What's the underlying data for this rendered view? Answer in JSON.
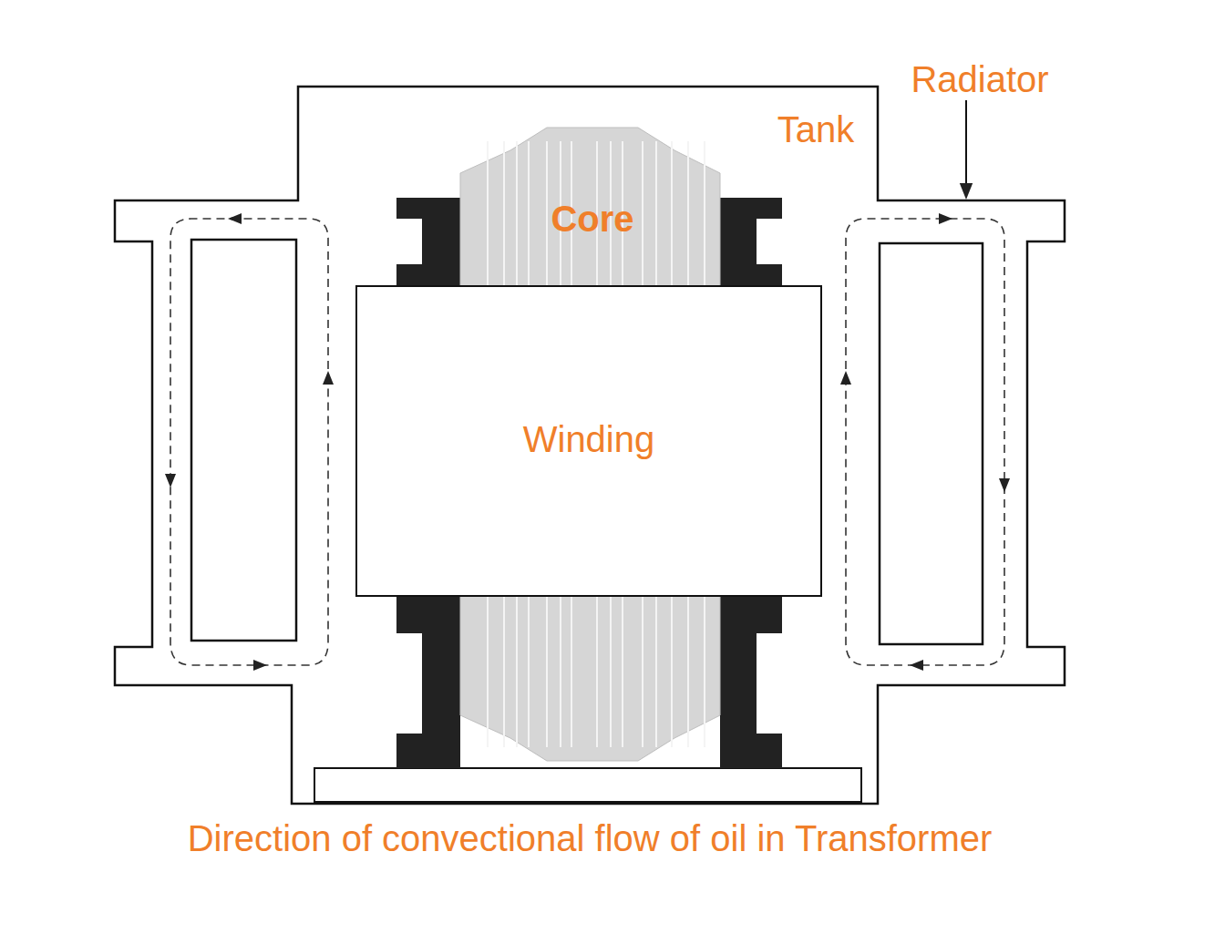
{
  "diagram": {
    "caption": "Direction of convectional flow of oil in Transformer",
    "nodes": [
      {
        "text": [
          "Tank"
        ]
      },
      {
        "text": [
          "Core"
        ],
        "in": 0
      },
      {
        "text": [
          "Winding"
        ],
        "in": 0
      }
    ],
    "labels": [
      "Radiator"
    ]
  }
}
